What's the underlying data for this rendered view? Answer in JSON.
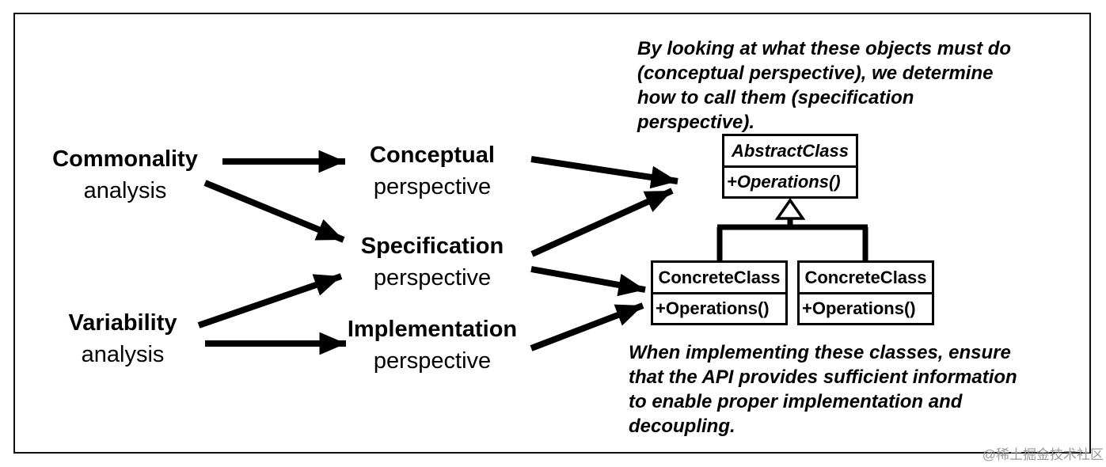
{
  "diagram": {
    "left_column": [
      {
        "title": "Commonality",
        "subtitle": "analysis"
      },
      {
        "title": "Variability",
        "subtitle": "analysis"
      }
    ],
    "middle_column": [
      {
        "title": "Conceptual",
        "subtitle": "perspective"
      },
      {
        "title": "Specification",
        "subtitle": "perspective"
      },
      {
        "title": "Implementation",
        "subtitle": "perspective"
      }
    ],
    "uml": {
      "abstract_class": {
        "name": "AbstractClass",
        "operations": "+Operations()"
      },
      "concrete_class_left": {
        "name": "ConcreteClass",
        "operations": "+Operations()"
      },
      "concrete_class_right": {
        "name": "ConcreteClass",
        "operations": "+Operations()"
      }
    },
    "annotations": {
      "top": {
        "lines": [
          "By looking at what these objects must do",
          "(conceptual perspective), we determine",
          "how to call them (specification",
          "perspective)."
        ]
      },
      "bottom": {
        "lines": [
          "When implementing these classes, ensure",
          "that the API provides sufficient information",
          "to enable proper implementation and",
          "decoupling."
        ]
      }
    },
    "watermark": "@稀土掘金技术社区",
    "colors": {
      "ink": "#000000",
      "background": "#ffffff",
      "watermark": "#9a9a9a"
    }
  }
}
